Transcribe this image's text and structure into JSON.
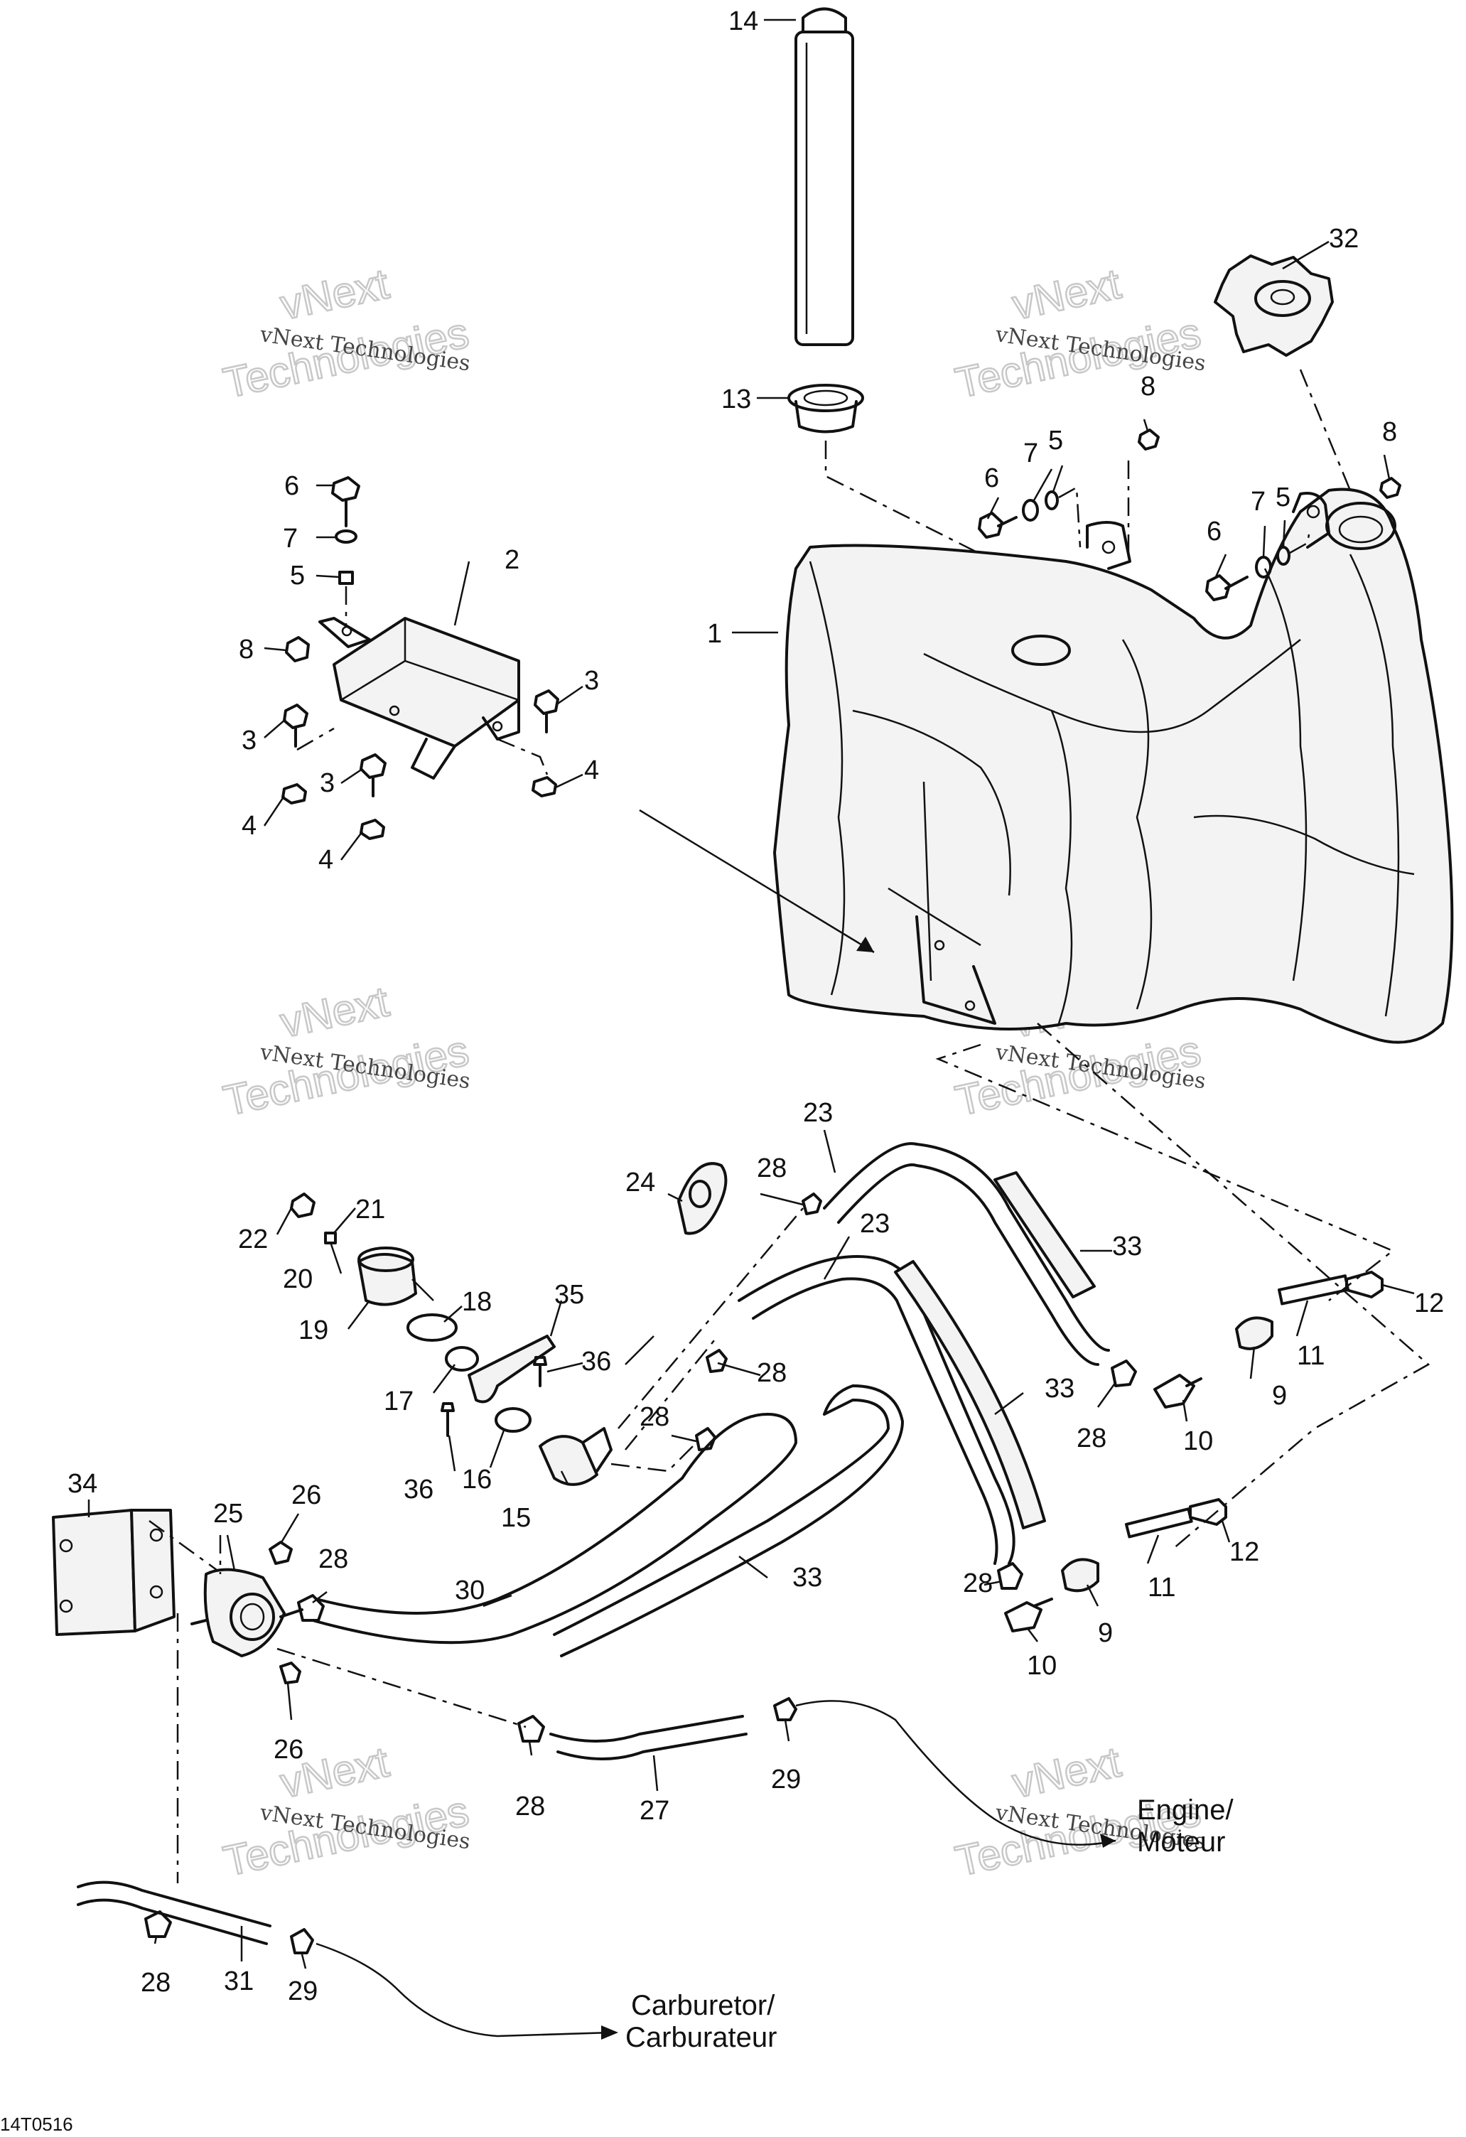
{
  "diagram": {
    "part_numbers": {
      "p1": "1",
      "p2": "2",
      "p3a": "3",
      "p3b": "3",
      "p3c": "3",
      "p4a": "4",
      "p4b": "4",
      "p4c": "4",
      "p5a": "5",
      "p5b": "5",
      "p5c": "5",
      "p6a": "6",
      "p6b": "6",
      "p6c": "6",
      "p7a": "7",
      "p7b": "7",
      "p7c": "7",
      "p8a": "8",
      "p8b": "8",
      "p8c": "8",
      "p9a": "9",
      "p9b": "9",
      "p10a": "10",
      "p10b": "10",
      "p11a": "11",
      "p11b": "11",
      "p12a": "12",
      "p12b": "12",
      "p13": "13",
      "p14": "14",
      "p15": "15",
      "p16": "16",
      "p17": "17",
      "p18": "18",
      "p19": "19",
      "p20": "20",
      "p21": "21",
      "p22": "22",
      "p23a": "23",
      "p23b": "23",
      "p24": "24",
      "p25": "25",
      "p26a": "26",
      "p26b": "26",
      "p27": "27",
      "p28a": "28",
      "p28b": "28",
      "p28c": "28",
      "p28d": "28",
      "p28e": "28",
      "p28f": "28",
      "p28g": "28",
      "p28h": "28",
      "p29a": "29",
      "p29b": "29",
      "p30": "30",
      "p31": "31",
      "p32": "32",
      "p33a": "33",
      "p33b": "33",
      "p33c": "33",
      "p34": "34",
      "p35": "35",
      "p36a": "36",
      "p36b": "36"
    },
    "destinations": {
      "engine_line1": "Engine/",
      "engine_line2": "Moteur",
      "carb_line1": "Carburetor/",
      "carb_line2": "Carburateur"
    },
    "drawing_code": "14T0516",
    "watermark": {
      "line1": "vNext Technologies",
      "line2a": "vNext",
      "line2b": "Technologies"
    }
  }
}
